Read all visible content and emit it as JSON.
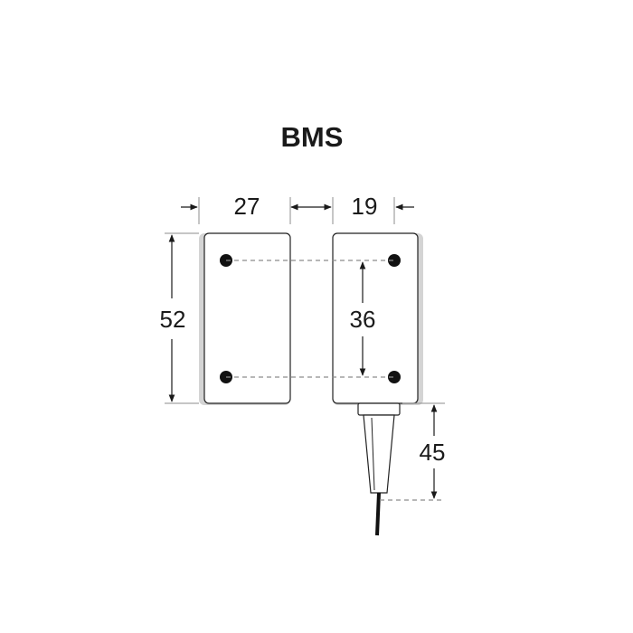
{
  "title": "BMS",
  "dimensions": {
    "width_left": "27",
    "gap_right": "19",
    "height": "52",
    "hole_spacing": "36",
    "cable_length": "45"
  },
  "colors": {
    "line": "#1a1a1a",
    "body_shade": "#d4d4d4",
    "dash": "#8c8c8c"
  }
}
